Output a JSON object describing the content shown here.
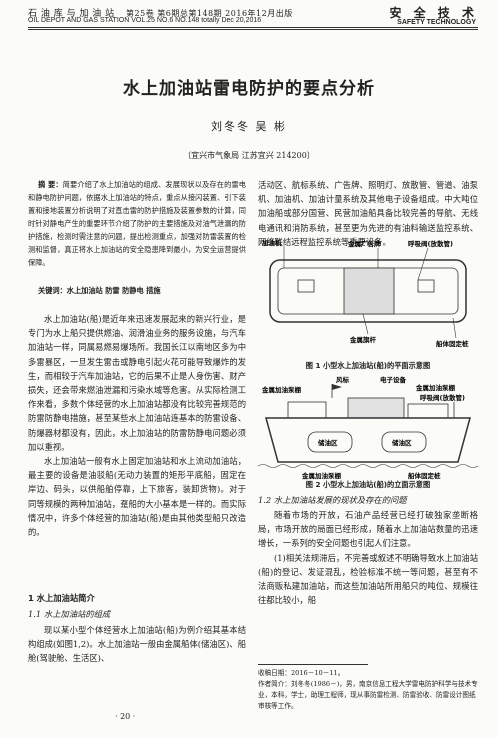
{
  "header": {
    "journal_cn": "石  油  库  与  加  油  站",
    "issue_cn": "第25卷  第6期总第148期  2016年12月出版",
    "journal_en": "OIL  DEPOT  AND  GAS  STATION   VOL.25    NO.6  NO.148 totally   Dec 20,2016",
    "section_cn": "安 全 技 术",
    "section_en": "SAFETY TECHNOLOGY"
  },
  "title": "水上加油站雷电防护的要点分析",
  "authors": "刘冬冬    吴  彬",
  "affiliation": "〔宜兴市气象局  江苏宜兴  214200〕",
  "abstract": {
    "label": "摘  要：",
    "text": "简要介绍了水上加油站的组成、发展现状以及存在的雷电和静电防护问题，依据水上加油站的特点，重点从接闪装置、引下装置和接地装置分析说明了对直击雷的防护措施及装置参数的计算，同时针对静电产生的重要环节介绍了防护的主要措施及对油气泄漏的防护措施，检测时需注意的问题，提出检测重点，加强对防雷装置的检测和监督，真正将水上加油站的安全隐患降到最小，为安全运营提供保障。",
    "kw_label": "关键词：",
    "kw_text": "水上加油站    防雷    防静电    措施"
  },
  "left_paragraphs": [
    "水上加油站(船)是近年来迅速发展起来的新兴行业，是专门为水上船只提供燃油、润滑油业务的服务设施，与汽车加油站一样，同属易燃易爆场所。我国长江以南地区多为中多雷暴区，一旦发生雷击或静电引起火花可能导致爆炸的发生，而相较于汽车加油站，它的后果不止是人身伤害、财产损失，还会带来燃油泄漏和污染水域等危害。从实际检测工作来看，多数个体经营的水上加油站都没有比较完善规范的防雷防静电措施，甚至某些水上加油站连基本的防雷设备、防爆器材都没有，因此，水上加油站的防雷防静电问题必须加以重视。",
    "水上加油站一般有水上固定加油站和水上流动加油站，最主要的设备是油驳船(无动力装置的矩形平底船，固定在岸边、码头，以供船舶停靠，上下旅客，装卸货物)。对于同等规模的两种加油站，趸船的大小基本是一样的。而实际情况中，许多个体经营的加油站(船)是由其他类型船只改造的。"
  ],
  "section1": "1  水上加油站简介",
  "section1_1": "1.1    水上加油站的组成",
  "section1_1_text": "现以某小型个体经营水上加油站(船)为例介绍其基本结构组成(如图1,2)。水上加油站一般由金属船体(储油区)、船舱(驾驶舱、生活区)、",
  "right_top_text": "活动区、航标系统、广告牌、照明灯、放散管、管道、油泵机、加油机、加油计量系统及其他电子设备组成。中大吨位加油船或部分国营、民营加油船具备比较完善的导航、无线电通讯和消防系统，甚至更为先进的有油料输送监控系统、网络联结远程监控系统等重要设备。",
  "figure1": {
    "caption": "图 1    小型水上加油站(船)的平面示意图",
    "label_tanker": "加油机",
    "label_billboard": "金属广告牌",
    "label_vent": "呼吸阀(放散管)",
    "label_rail": "金属旗杆",
    "label_fix": "船体固定桩"
  },
  "figure2": {
    "caption": "图 2    小型水上加油站(船)的立面示意图",
    "label_pump": "金属加油泵棚",
    "label_wind": "风标",
    "label_elec": "电子设备",
    "label_roof": "金属加油泵棚",
    "label_vent": "呼吸阀(放散管)",
    "label_tank1": "储油区",
    "label_tank2": "储油区",
    "label_hull": "金属加油泵棚",
    "label_fix": "船体固定桩"
  },
  "section1_2": "1.2    水上加油站发展的现状及存在的问题",
  "right_paragraphs": [
    "随着市场的开放，石油产品经营已经打破独家垄断格局，市场开放的局面已经形成，随着水上加油站数量的迅速增长，一系列的安全问题也引起人们注意。",
    "(1)相关法规滞后，不完善或叙述不明确导致水上加油站(船)的登记、发证混乱，检验标准不统一等问题，甚至有不法商贩私建加油站，而这些加油站所用船只的吨位、规模往往都比较小，船"
  ],
  "footnote": {
    "received": "收稿日期：2016－10－11。",
    "author": "作者简介：刘冬冬(1986－)，男，南京信息工程大学雷电防护科学与技术专业，本科，学士，助理工程师，现从事防雷检测、防雷验收、防雷设计图纸审核等工作。"
  },
  "page_number": "· 20 ·"
}
